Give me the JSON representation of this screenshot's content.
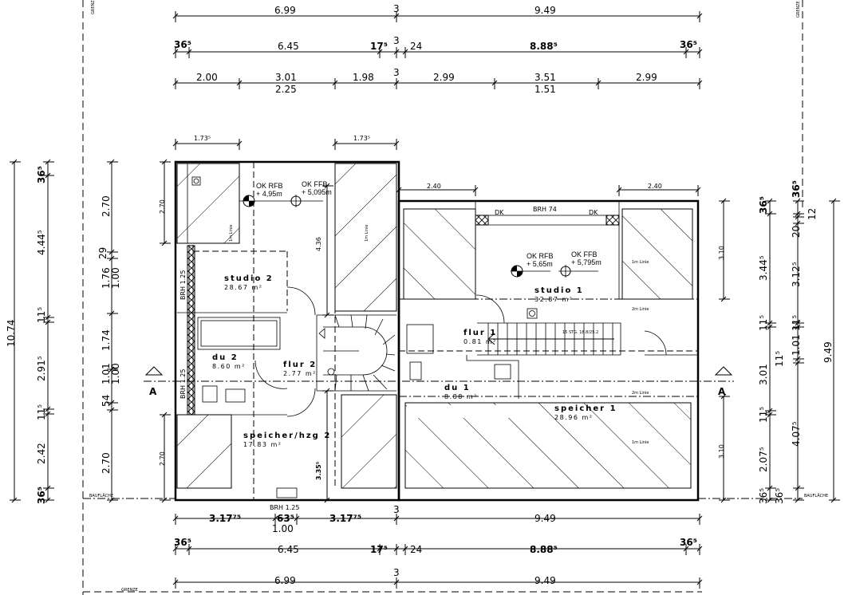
{
  "labels": {
    "grenze": "GRENZE",
    "bauflaeche": "BAUFLÄCHE",
    "section": "A",
    "one_m": "1m Linie",
    "two_m": "2m Linie",
    "stairs_note": "15 STG. 18.8/25.2",
    "brh_74": "BRH 74",
    "brh_125": "BRH 1.25",
    "dk": "DK"
  },
  "rooms": [
    {
      "name": "studio 2",
      "area": "28.67 m²"
    },
    {
      "name": "du 2",
      "area": "8.60 m²"
    },
    {
      "name": "flur 2",
      "area": "2.77 m²"
    },
    {
      "name": "speicher/hzg 2",
      "area": "17.83 m²"
    },
    {
      "name": "studio 1",
      "area": "32.87 m²"
    },
    {
      "name": "flur 1",
      "area": "0.81 m²"
    },
    {
      "name": "du 1",
      "area": "8.88 m²"
    },
    {
      "name": "speicher 1",
      "area": "28.96 m²"
    }
  ],
  "levels": {
    "upper": {
      "rfb": "OK RFB",
      "rfb_val": "+ 4,95m",
      "ffb": "OK FFB",
      "ffb_val": "+ 5,095m"
    },
    "lower": {
      "rfb": "OK RFB",
      "rfb_val": "+ 5,65m",
      "ffb": "OK FFB",
      "ffb_val": "+ 5,795m"
    }
  },
  "dims": {
    "top1": [
      "6.99",
      "3",
      "9.49"
    ],
    "top2": [
      "36⁵",
      "6.45",
      "17⁵",
      "3",
      "24",
      "8.88⁵",
      "36⁵"
    ],
    "top3": [
      "2.00",
      "3.01",
      "2.25",
      "1.98",
      "3",
      "2.99",
      "3.51",
      "1.51",
      "2.99"
    ],
    "small": [
      "1.73⁵",
      "1.73⁵",
      "2.40",
      "2.40"
    ],
    "bot1": [
      "3.17⁷⁵",
      "63⁵",
      "1.00",
      "3.17⁷⁵",
      "3",
      "9.49"
    ],
    "bot2": [
      "36⁵",
      "6.45",
      "17⁵",
      "24",
      "8.88⁵",
      "36⁵"
    ],
    "bot3": [
      "6.99",
      "3",
      "9.49"
    ],
    "left_total": "10.74",
    "left_chain": [
      "36⁵",
      "4.44⁵",
      "11⁵",
      "2.91⁵",
      "11⁵",
      "2.42",
      "36⁵"
    ],
    "left_inner": [
      "2.70",
      "29",
      "1.76",
      "1.00",
      "1.74",
      "1.01",
      "1.00",
      "54",
      "2.70"
    ],
    "left_room": [
      "2.70",
      "2.70"
    ],
    "interior": [
      "4.36",
      "3.35⁵"
    ],
    "right_room": [
      "3.10",
      "3.10"
    ],
    "right_chain1": [
      "36⁵",
      "3.44⁵",
      "11⁵",
      "3.01",
      "11⁵",
      "2.07⁵",
      "36⁵"
    ],
    "right_chain2": [
      "36⁵",
      "12",
      "20",
      "3.12⁵",
      "11⁵",
      "1.01",
      "11⁵",
      "4.07⁵",
      "36⁵"
    ],
    "right_total": "9.49"
  }
}
